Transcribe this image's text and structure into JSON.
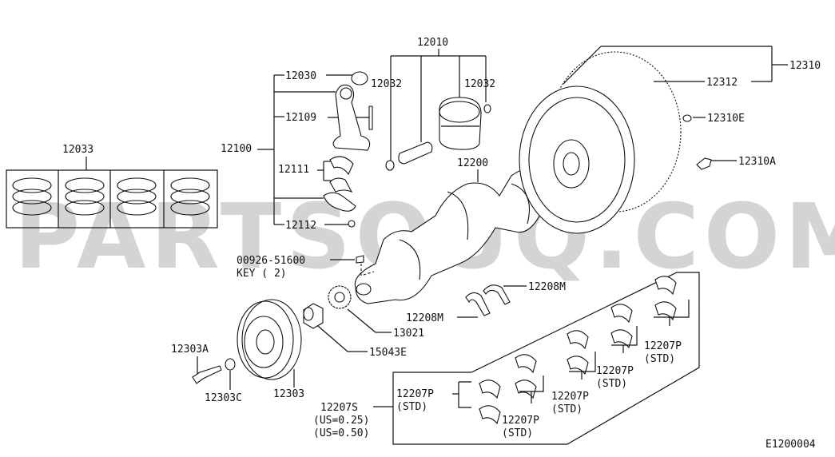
{
  "diagram": {
    "watermark": "PARTSOUQ.COM",
    "diagram_code": "E1200004",
    "colors": {
      "line": "#111111",
      "watermark": "#d4d4d4",
      "background": "#ffffff"
    },
    "labels": {
      "piston_rings": "12033",
      "piston_assy": "12010",
      "piston_pin_clip_left": "12032",
      "piston_pin_clip_right": "12032",
      "con_rod_bushing": "12030",
      "con_rod_assy": "12100",
      "con_rod_bolt": "12109",
      "con_rod_bearing": "12111",
      "con_rod_nut": "12112",
      "crankshaft": "12200",
      "flywheel_assy": "12310",
      "ring_gear": "12312",
      "flywheel_dowel": "12310E",
      "flywheel_bolt": "12310A",
      "woodruff_key_part": "00926-51600",
      "woodruff_key_desc": "KEY ( 2)",
      "thrust_washer_upper": "12208M",
      "thrust_washer_lower": "12208M",
      "crank_sprocket": "13021",
      "spacer": "15043E",
      "pulley_bolt": "12303A",
      "pulley_washer": "12303C",
      "crank_pulley": "12303",
      "main_bearing_set": "12207S",
      "main_bearing_set_us1": "(US=0.25)",
      "main_bearing_set_us2": "(US=0.50)"
    },
    "main_bearings": [
      {
        "part": "12207P",
        "size": "(STD)"
      },
      {
        "part": "12207P",
        "size": "(STD)"
      },
      {
        "part": "12207P",
        "size": "(STD)"
      },
      {
        "part": "12207P",
        "size": "(STD)"
      },
      {
        "part": "12207P",
        "size": "(STD)"
      }
    ]
  }
}
